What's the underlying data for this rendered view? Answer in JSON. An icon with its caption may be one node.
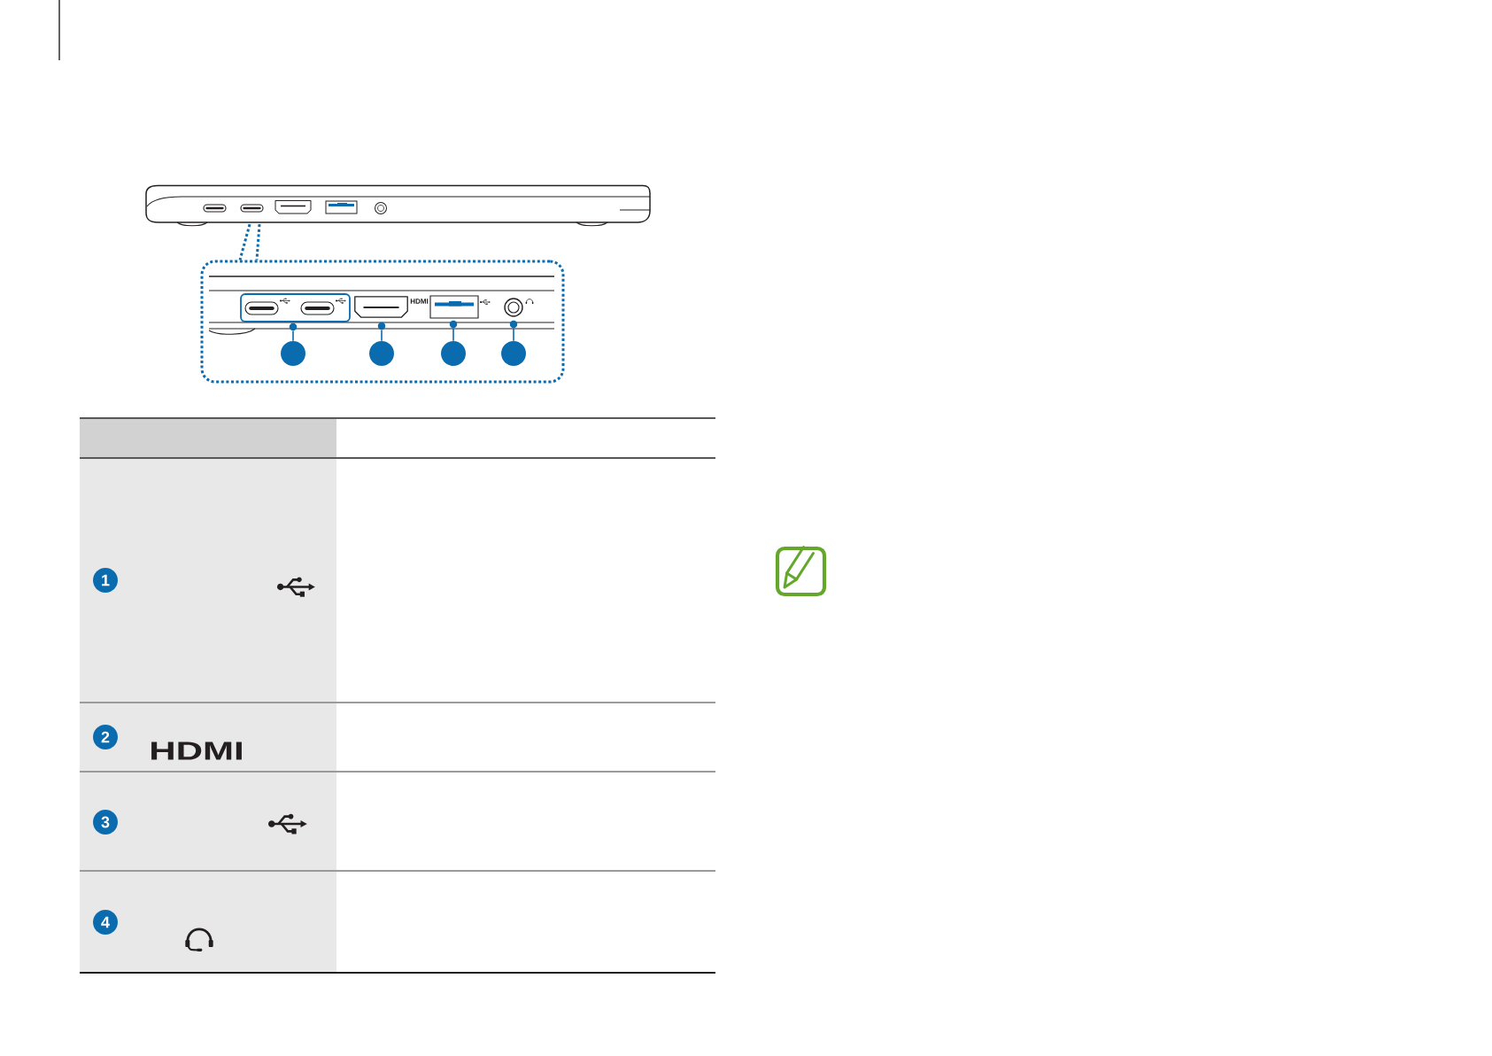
{
  "diagram": {
    "nodes": [
      {
        "text": [],
        "shape": "picture"
      },
      {
        "text": [],
        "shape": "box"
      },
      {
        "text": [],
        "shape": "box",
        "in": 1
      },
      {
        "text": [],
        "shape": "box",
        "in": 1
      },
      {
        "text": [],
        "shape": "box",
        "in": 1
      },
      {
        "text": [],
        "shape": "circle",
        "in": 1
      },
      {
        "text": [],
        "shape": "circle",
        "in": 1
      },
      {
        "text": [],
        "shape": "circle",
        "in": 1
      },
      {
        "text": [],
        "shape": "circle",
        "in": 1
      },
      {
        "text": [],
        "shape": "circle",
        "in": 1
      },
      {
        "text": [],
        "shape": "circle",
        "in": 1
      },
      {
        "text": [],
        "shape": "circle",
        "in": 1
      },
      {
        "text": [],
        "shape": "circle",
        "in": 1
      },
      {
        "text": [],
        "shape": "circle",
        "in": 1
      },
      {
        "text": [
          "1"
        ]
      },
      {
        "text": [
          "2"
        ]
      },
      {
        "text": [
          "3"
        ]
      },
      {
        "text": [
          "4"
        ]
      }
    ],
    "edges": [
      {
        "from": 0,
        "to": 1,
        "arrow": "none",
        "style": "dashed"
      },
      {
        "from": 0,
        "to": 1,
        "arrow": "none",
        "style": "dashed"
      },
      {
        "from": 10,
        "to": 6,
        "arrow": "none"
      },
      {
        "from": 11,
        "to": 7,
        "arrow": "none"
      },
      {
        "from": 12,
        "to": 8,
        "arrow": "none"
      },
      {
        "from": 13,
        "to": 9,
        "arrow": "none"
      }
    ],
    "labels": [
      "HDMI",
      "HDMI"
    ]
  }
}
